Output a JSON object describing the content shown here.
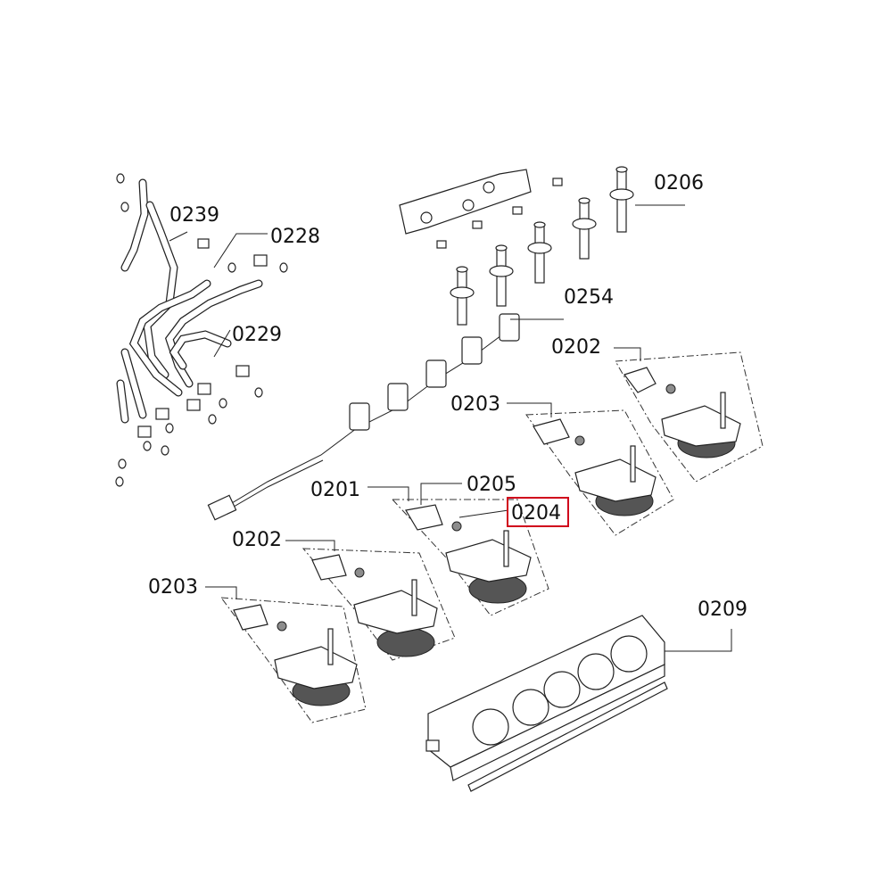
{
  "diagram": {
    "callouts": [
      {
        "id": "c0206",
        "text": "0206"
      },
      {
        "id": "c0239",
        "text": "0239"
      },
      {
        "id": "c0228",
        "text": "0228"
      },
      {
        "id": "c0229",
        "text": "0229"
      },
      {
        "id": "c0254",
        "text": "0254"
      },
      {
        "id": "c0202a",
        "text": "0202"
      },
      {
        "id": "c0203a",
        "text": "0203"
      },
      {
        "id": "c0201",
        "text": "0201"
      },
      {
        "id": "c0205",
        "text": "0205"
      },
      {
        "id": "c0204",
        "text": "0204"
      },
      {
        "id": "c0202b",
        "text": "0202"
      },
      {
        "id": "c0203b",
        "text": "0203"
      },
      {
        "id": "c0209",
        "text": "0209"
      }
    ],
    "highlighted": "0204",
    "highlight_color": "#d0021b"
  }
}
